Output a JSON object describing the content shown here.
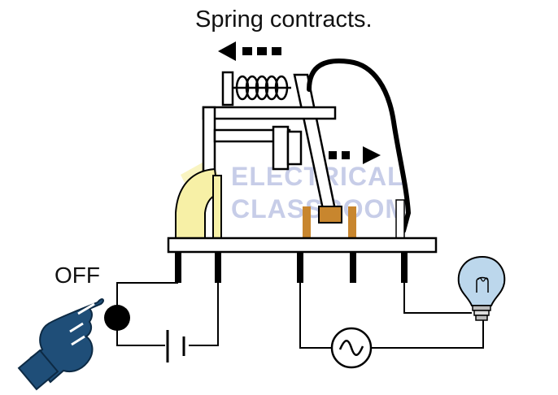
{
  "caption": "Spring contracts.",
  "switch_state": "OFF",
  "watermark": {
    "line1": "ELECTRICAL",
    "line2": "CLASSROOM"
  },
  "colors": {
    "outline": "#000000",
    "contact_pad": "#c8862e",
    "bulb_glass": "#bcd7ec",
    "hand": "#1f4e78",
    "coil_core_highlight": "#f7f0a6"
  },
  "icons": {
    "arrow_left": "dashed-arrow-left-icon",
    "arrow_right": "dashed-arrow-right-icon",
    "bulb": "light-bulb-icon",
    "ac_source": "ac-source-icon",
    "battery": "battery-icon",
    "hand": "pointing-hand-icon"
  }
}
